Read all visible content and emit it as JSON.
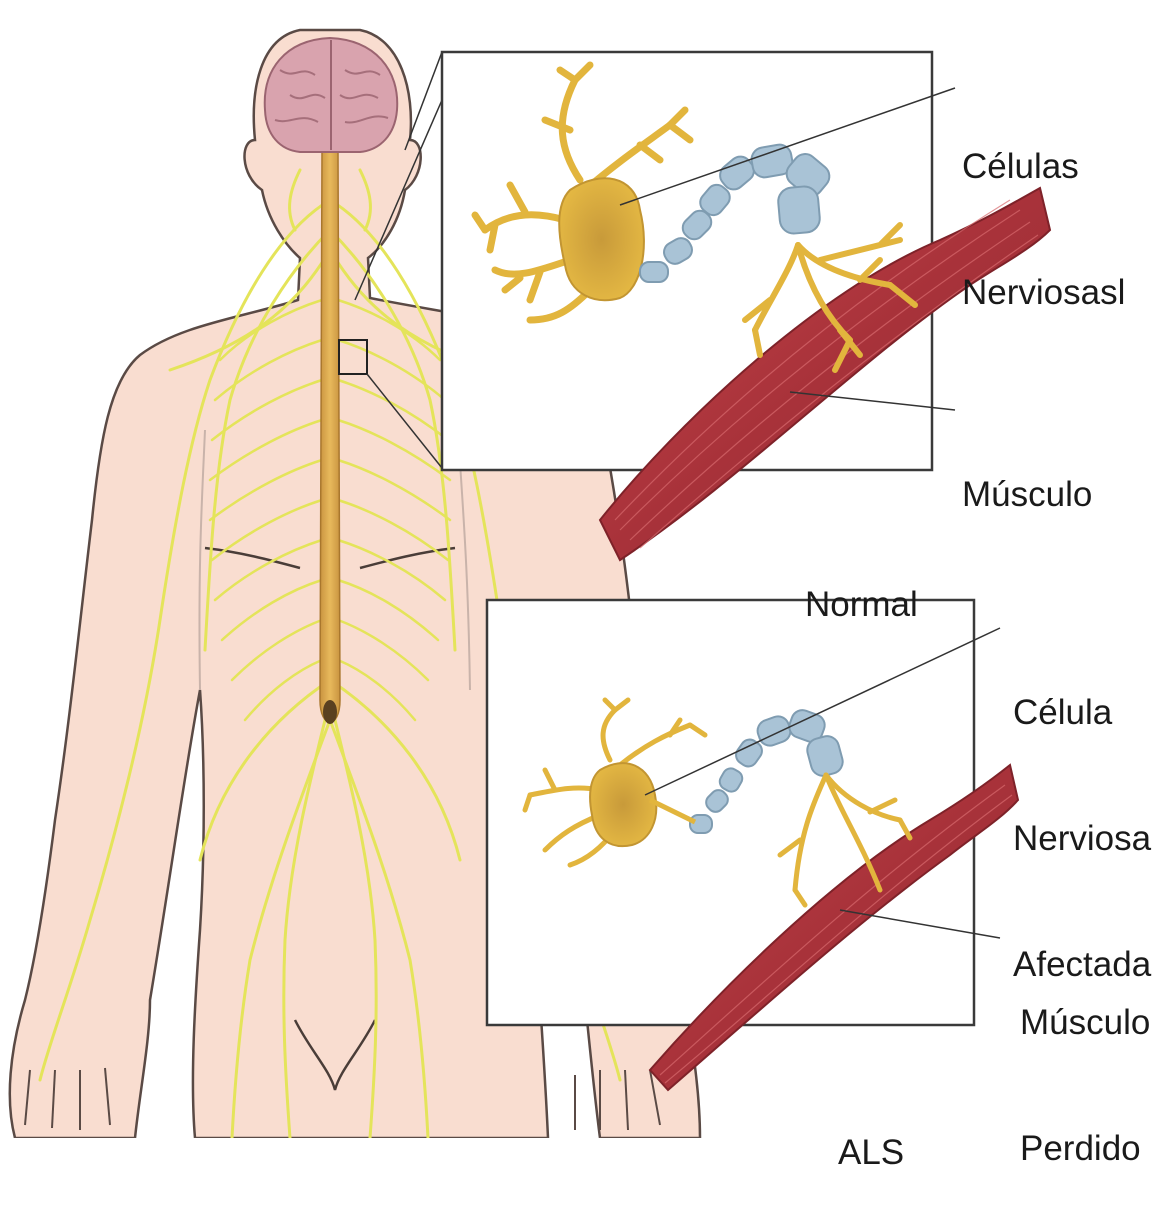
{
  "labels": {
    "nerve_cells": {
      "line1": "Células",
      "line2": "Nerviosasl"
    },
    "muscle": "Músculo",
    "normal_caption": "Normal",
    "affected_cell": {
      "line1": "Célula",
      "line2": "Nerviosa",
      "line3": "Afectada"
    },
    "lost_muscle": {
      "line1": "Músculo",
      "line2": "Perdido"
    },
    "als_caption": "ALS"
  },
  "colors": {
    "skin": "#f9ddd0",
    "skin_outline": "#5a4a45",
    "nerve": "#e9ea63",
    "spinal_cord": "#d8a84e",
    "brain": "#d9a3ae",
    "neuron": "#e2b53d",
    "myelin": "#a9c3d6",
    "muscle": "#b3383f",
    "inset_border": "#3a3a3a"
  }
}
